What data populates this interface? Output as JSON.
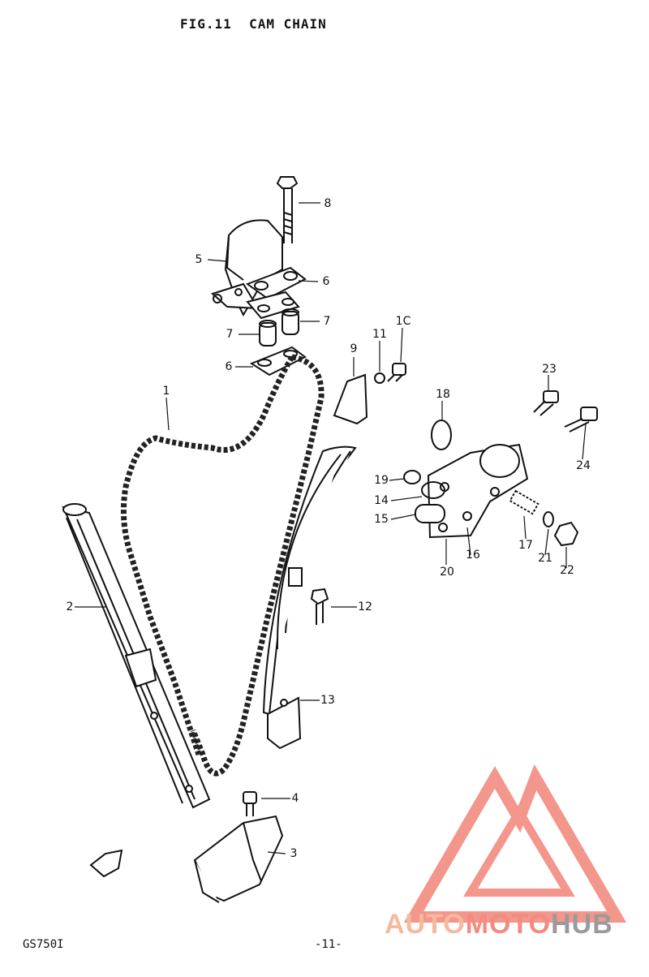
{
  "header": {
    "title": "FIG.11  CAM CHAIN"
  },
  "parts": [
    {
      "id": "1",
      "label": "1"
    },
    {
      "id": "2",
      "label": "2"
    },
    {
      "id": "3",
      "label": "3"
    },
    {
      "id": "4",
      "label": "4"
    },
    {
      "id": "5",
      "label": "5"
    },
    {
      "id": "6a",
      "label": "6"
    },
    {
      "id": "6b",
      "label": "6"
    },
    {
      "id": "7a",
      "label": "7"
    },
    {
      "id": "7b",
      "label": "7"
    },
    {
      "id": "8",
      "label": "8"
    },
    {
      "id": "9",
      "label": "9"
    },
    {
      "id": "10",
      "label": "1C"
    },
    {
      "id": "11",
      "label": "11"
    },
    {
      "id": "12",
      "label": "12"
    },
    {
      "id": "13",
      "label": "13"
    },
    {
      "id": "14",
      "label": "14"
    },
    {
      "id": "15",
      "label": "15"
    },
    {
      "id": "16",
      "label": "16"
    },
    {
      "id": "17",
      "label": "17"
    },
    {
      "id": "18",
      "label": "18"
    },
    {
      "id": "19",
      "label": "19"
    },
    {
      "id": "20",
      "label": "20"
    },
    {
      "id": "21",
      "label": "21"
    },
    {
      "id": "22",
      "label": "22"
    },
    {
      "id": "23",
      "label": "23"
    },
    {
      "id": "24",
      "label": "24"
    }
  ],
  "footer": {
    "model": "GS750I",
    "page": "-11-"
  },
  "watermark": {
    "part1": "AUTO",
    "part2": "MOTO",
    "part3": "HUB",
    "colors": {
      "auto": "#f7b99e",
      "moto": "#f28b80",
      "hub": "#9a9a9a",
      "logo": "#f28b80"
    }
  },
  "icons": {
    "front_arrow": "front-arrow-icon",
    "logo": "automotohub-logo-icon"
  }
}
